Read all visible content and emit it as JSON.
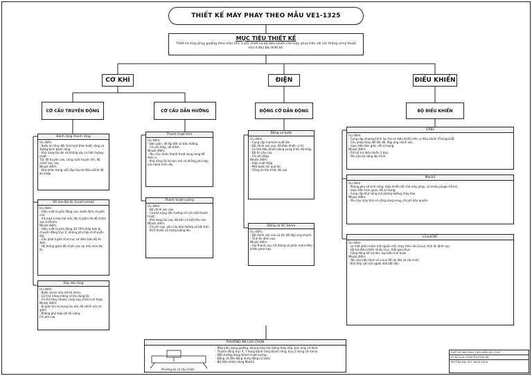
{
  "title": "THIẾT KẾ MÁY PHAY THEO MẪU VE1-1325",
  "goal": {
    "heading": "MỤC TIÊU THIẾT KẾ",
    "text": "Thiết kế máy phay giường theo mẫu VE1-1325, thiết kế bộ điều khiển cho máy phay trên với các thông số kỹ thuật như ở đầu bài thiết kế."
  },
  "categories": [
    "CƠ KHÍ",
    "ĐIỆN",
    "ĐIỀU KHIỂN"
  ],
  "subs": [
    "CƠ CẤU TRUYỀN ĐỘNG",
    "CƠ CẤU DẪN HƯỚNG",
    "ĐỘNG CƠ DẪN ĐỘNG",
    "BỘ ĐIỀU KHIỂN"
  ],
  "cards": [
    {
      "title": "Bánh răng thanh răng",
      "body": "Ưu điểm:\n- Bước ăn thay đổi linh hoạt theo bước răng và đường kính bánh răng.\n- Khả năng tải lớn và không xảy ra hiện tượng trượt.\nTốc độ truyền cao, công suất truyền lớn, độ chính xác cao.\nNhược điểm:\n- Khó khăn trong việc lắp ráp và điều chỉnh độ ăn khớp."
    },
    {
      "title": "Vít me-đai ốc (Lead screw)",
      "body": "Ưu điểm:\n- Hiệu suất truyền động cao, bước định chuyển nhỏ.\n- Vít lead screw hai mối, độ rơ giảm tới độ chính xác 0.05mm.\nNhược điểm:\n- Hiệu suất truyền động 30-70% thấp hơn bi, chuyển động trục Z, không phù hợp di chuyển dài.\n- Cần phải tuyển tỉnh trục vít đảm bảo độ ổn định.\n- Hệ thống giảm độ chính xác do mài mòn đai ốc."
    },
    {
      "title": "Dây đai răng",
      "body": "Ưu điểm:\n- Bước vitme như mô tả 3mm.\n- Có khả năng chống rơ khi dùng tải\n- Có thể thay nhanh, hoặc tùy chỉnh linh hoạt.\nNhược điểm:\n- Bị giãn khi sử dụng lâu dài, độ chính xác sẽ giảm.\n- Không phù hợp với tải nặng.\nChi phí cao."
    },
    {
      "title": "Thanh trượt tròn",
      "body": "Ưu điểm:\n- Đơn giản, dễ lắp đặt và bảo dưỡng.\n- Chi phí thấp, dễ kiếm.\nNhược điểm:\n- Yêu cầu nhiều thanh trượt song song để định vị.\n- Khả năng tải bị hạn chế và không phù hợp các hành trình dài."
    },
    {
      "title": "Thanh trượt vuông",
      "body": "Ưu điểm:\n- Độ chính xác cao.\n- Có khả năng dẫn hướng chỉ với một thanh trượt.\n- Khả năng tải cao, độ bền và tuổi thọ cao.\nNhược điểm:\n- Chi phí cao, yêu cầu bảo dưỡng và bôi trơn.\n- Kích thước và trọng lượng lớn."
    },
    {
      "title": "Động cơ bước",
      "body": "Ưu điểm:\n- Cung cấp moment xuất lớn.\n- Độ chính xác cao, dễ điều khiển vị trí.\n- Có thể điều khiển bằng xung ở tốc độ thấp.\n- Độ tin cậy cao.\n- Chi phí thấp.\nNhược điểm:\n- Hiệu suất thấp.\n- Mất bước khi quá tải.\n- Tiếng ồn lớn ở tốc độ cao."
    },
    {
      "title": "Động cơ AC Servo",
      "body": "Ưu điểm:\n- Độ chính xác cao và tốc độ đáp ứng nhanh.\n- Tính ổn định cao.\nNhược điểm:\n- Giá thành cao, hệ thống và phần mềm điều khiển phức tạp."
    },
    {
      "title": "GRBL",
      "body": "Ưu điểm:\n- Cung cấp chương trình lưu trữ và điều khiển trên vi điều khiển ATmega328.\n- Chu phép thay đổi tốc độ, đáp ứng chính xác.\n- Giao diện đơn giản, dễ sử dụng.\nNhược điểm:\n- Chỉ hỗ trợ điều khiển 3 trục.\n- Yêu cầu kỹ năng lập trình."
    },
    {
      "title": "Mach3",
      "body": "Ưu điểm:\n- Phong phú về tính năng, điều khiển tốt cho máy phay, có nhiều plugin hỗ trợ.\n- Giao diện trực quan, dễ sử dụng.\n- Cung cấp khả năng mô phỏng đường chạy dao.\nNhược điểm:\n- Yêu cầu máy tính có cổng song song, chi phí bản quyền."
    },
    {
      "title": "LinuxCNC",
      "body": "Ưu điểm:\n- Là một phần mềm mã nguồn mở, chạy trên nền Linux, tính ổn định cao.\n- Hỗ trợ điều khiển nhiều trục, thời gian thực.\n- Cộng đồng hỗ trợ lớn, tùy biến linh hoạt.\nNhược điểm:\n- Yêu cầu kiến thức về Linux để cài đặt và cấu hình.\n- Khó tiếp cận với người mới bắt đầu."
    }
  ],
  "plan": {
    "title": "PHƯƠNG ÁN LỰA CHỌN",
    "caption": "Phương án cơ cấu chính",
    "text": "- Máy kiểu dạng giường, khung máy làm bằng thép hộp, bàn máy cố định.\n- Truyền động trục X, Y dùng bánh răng thanh răng, trục Z dùng vít me bi.\n- Dẫn hướng dùng thanh trượt vuông.\n- Động cơ dẫn động dùng động cơ bước.\n- Bộ điều khiển dùng Mach3."
  },
  "titleblock": {
    "l1": "THIẾT KẾ MÁY PHAY THEO MẪU VE1-1325",
    "l2": "SƠ ĐỒ LỰA CHỌN PHƯƠNG ÁN",
    "l3": "TRƯỜNG ĐẠI HỌC BÁCH KHOA"
  }
}
